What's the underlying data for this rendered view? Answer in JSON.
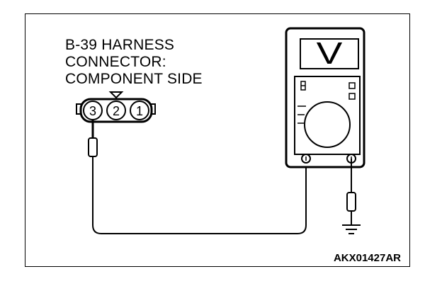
{
  "connector": {
    "title_lines": [
      "B-39 HARNESS",
      "CONNECTOR:",
      "COMPONENT SIDE"
    ],
    "pins": [
      "3",
      "2",
      "1"
    ]
  },
  "meter": {
    "display_symbol": "V"
  },
  "reference_code": "AKX01427AR",
  "icons": [
    "voltmeter-icon",
    "ground-icon",
    "test-probe-icon",
    "harness-connector-icon"
  ]
}
